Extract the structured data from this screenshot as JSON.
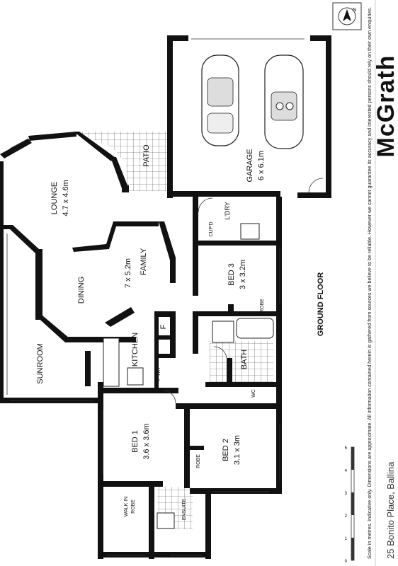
{
  "rooms": {
    "lounge": {
      "name": "LOUNGE",
      "size": "4.7 x 4.6m"
    },
    "patio": {
      "name": "PATIO"
    },
    "garage": {
      "name": "GARAGE",
      "size": "6 x 6.1m"
    },
    "laundry": {
      "name": "L'DRY"
    },
    "cupboard": {
      "name": "CUP'D"
    },
    "kitchen": {
      "name": "KITCHEN"
    },
    "family": {
      "name": "FAMILY",
      "size": "7 x 5.2m"
    },
    "dining": {
      "name": "DINING"
    },
    "bed3": {
      "name": "BED 3",
      "size": "3 x 3.2m"
    },
    "robe3": {
      "name": "ROBE"
    },
    "fridge": {
      "name": "F"
    },
    "bath": {
      "name": "BATH"
    },
    "wc": {
      "name": "WC"
    },
    "sunroom": {
      "name": "SUNROOM"
    },
    "pantry": {
      "name": "P'TRY"
    },
    "bed1": {
      "name": "BED 1",
      "size": "3.6 x 3.6m"
    },
    "bed2": {
      "name": "BED 2",
      "size": "3.1 x 3m"
    },
    "robe2": {
      "name": "ROBE"
    },
    "walkin": {
      "name": "WALK IN\nROBE",
      "line1": "WALK IN",
      "line2": "ROBE"
    },
    "ensuite": {
      "name": "ENSUITE"
    }
  },
  "floor_label": "GROUND FLOOR",
  "brand": "McGrath",
  "address": "25 Bonito Place, Ballina",
  "disclaimer": "Scale in metres. Indicative only. Dimensions are approximate. All information contained herein is gathered from sources we believe to be reliable. However we cannot guarantee its accuracy and interested persons should rely on their own enquiries.",
  "scale_ticks": [
    "0",
    "1",
    "2",
    "3",
    "4",
    "5"
  ],
  "compass_label": "N"
}
